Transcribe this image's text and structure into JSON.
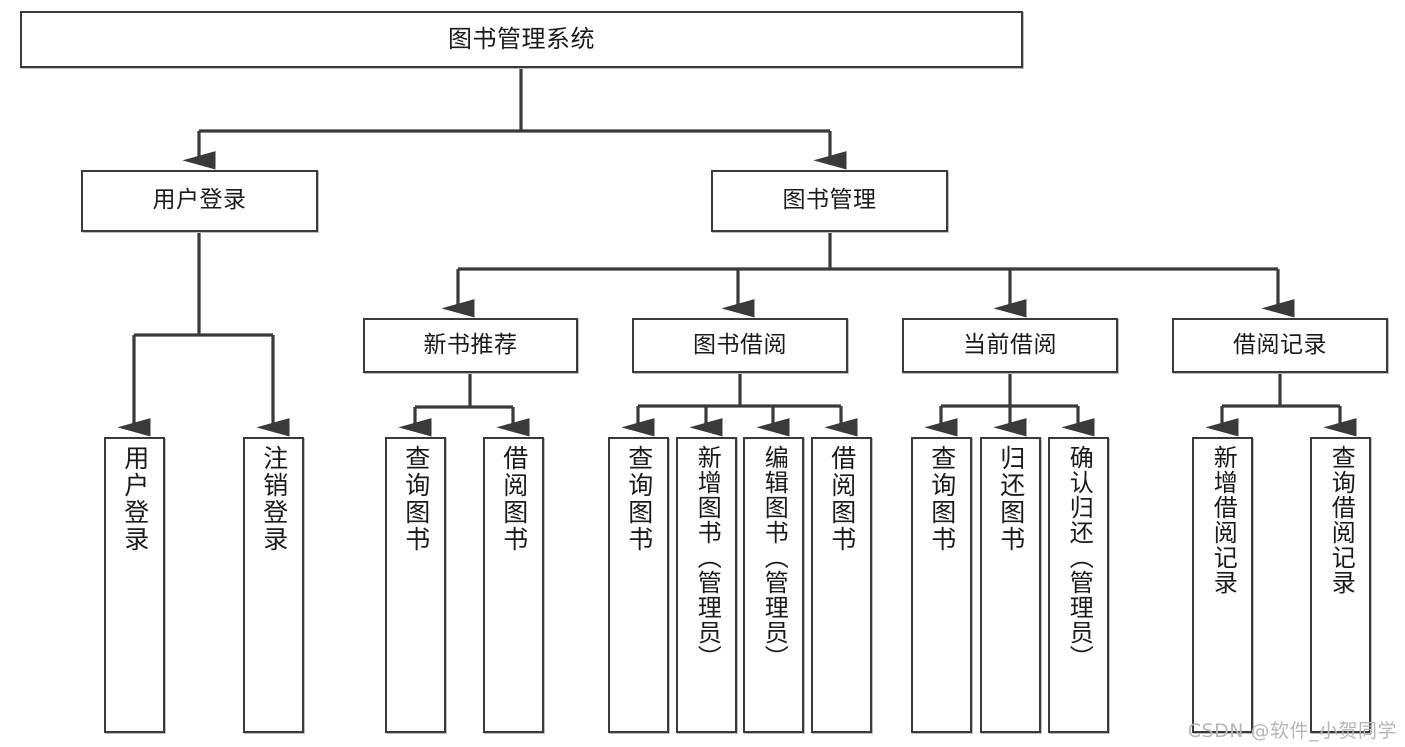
{
  "diagram": {
    "title": "图书管理系统",
    "type": "hierarchy-tree",
    "orientation": "top-down",
    "levels": 4,
    "root": {
      "label": "图书管理系统",
      "id": "root"
    },
    "level2": [
      {
        "id": "user-login",
        "label": "用户登录"
      },
      {
        "id": "book-manage",
        "label": "图书管理"
      }
    ],
    "level3": [
      {
        "id": "new-book-rec",
        "label": "新书推荐",
        "parent": "book-manage"
      },
      {
        "id": "book-borrow",
        "label": "图书借阅",
        "parent": "book-manage"
      },
      {
        "id": "current-borrow",
        "label": "当前借阅",
        "parent": "book-manage"
      },
      {
        "id": "borrow-record",
        "label": "借阅记录",
        "parent": "book-manage"
      }
    ],
    "leaves": {
      "user_login": [
        {
          "id": "leaf-user-login",
          "label": "用户登录"
        },
        {
          "id": "leaf-logout",
          "label": "注销登录"
        }
      ],
      "new_book_rec": [
        {
          "id": "leaf-query-book-1",
          "label": "查询图书"
        },
        {
          "id": "leaf-borrow-book-1",
          "label": "借阅图书"
        }
      ],
      "book_borrow": [
        {
          "id": "leaf-query-book-2",
          "label": "查询图书"
        },
        {
          "id": "leaf-add-book",
          "label": "新增图书（管理员）"
        },
        {
          "id": "leaf-edit-book",
          "label": "编辑图书（管理员）"
        },
        {
          "id": "leaf-borrow-book-2",
          "label": "借阅图书"
        }
      ],
      "current_borrow": [
        {
          "id": "leaf-query-book-3",
          "label": "查询图书"
        },
        {
          "id": "leaf-return-book",
          "label": "归还图书"
        },
        {
          "id": "leaf-confirm-return",
          "label": "确认归还（管理员）"
        }
      ],
      "borrow_record": [
        {
          "id": "leaf-add-record",
          "label": "新增借阅记录"
        },
        {
          "id": "leaf-query-record",
          "label": "查询借阅记录"
        }
      ]
    },
    "watermark": "CSDN @软件_小贺同学",
    "colors": {
      "box_border": "#3a3a3a",
      "box_fill": "#ffffff",
      "edge": "#3a3a3a",
      "text": "#1b1b1b",
      "watermark": "#b6b6b6",
      "background": "#ffffff"
    }
  }
}
